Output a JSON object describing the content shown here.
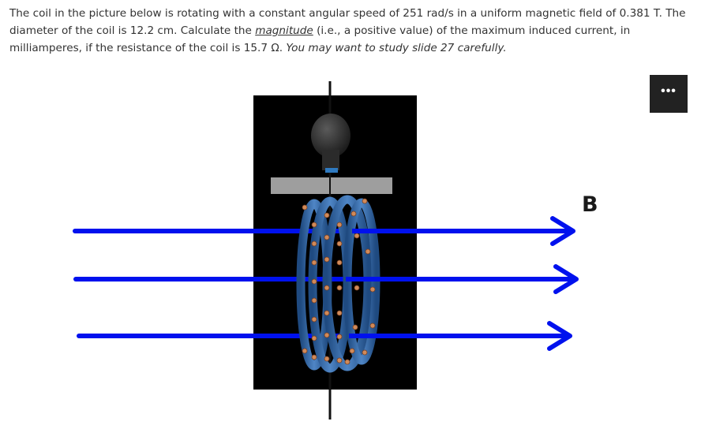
{
  "question": {
    "part1": "The coil in the picture below is rotating with a constant angular speed of 251 rad/s in a uniform magnetic field of 0.381 T. The diameter of the coil is 12.2 cm. Calculate the ",
    "emphasis": "magnitude",
    "part2": " (i.e., a positive value) of the maximum induced current, in milliamperes, if the resistance of the coil is 15.7 Ω. ",
    "hint": "You may want to study slide 27 carefully."
  },
  "menu": {
    "icon": "more-horizontal-icon",
    "glyph": "•••"
  },
  "figure": {
    "field_label": "B",
    "colors": {
      "field_arrow": "#0011ee",
      "background_panel": "#000000",
      "coil": "#2e5f9e",
      "bracket": "#9e9e9e",
      "bulb": "#3a3a3a",
      "charge_dot": "#d08a5a"
    }
  }
}
